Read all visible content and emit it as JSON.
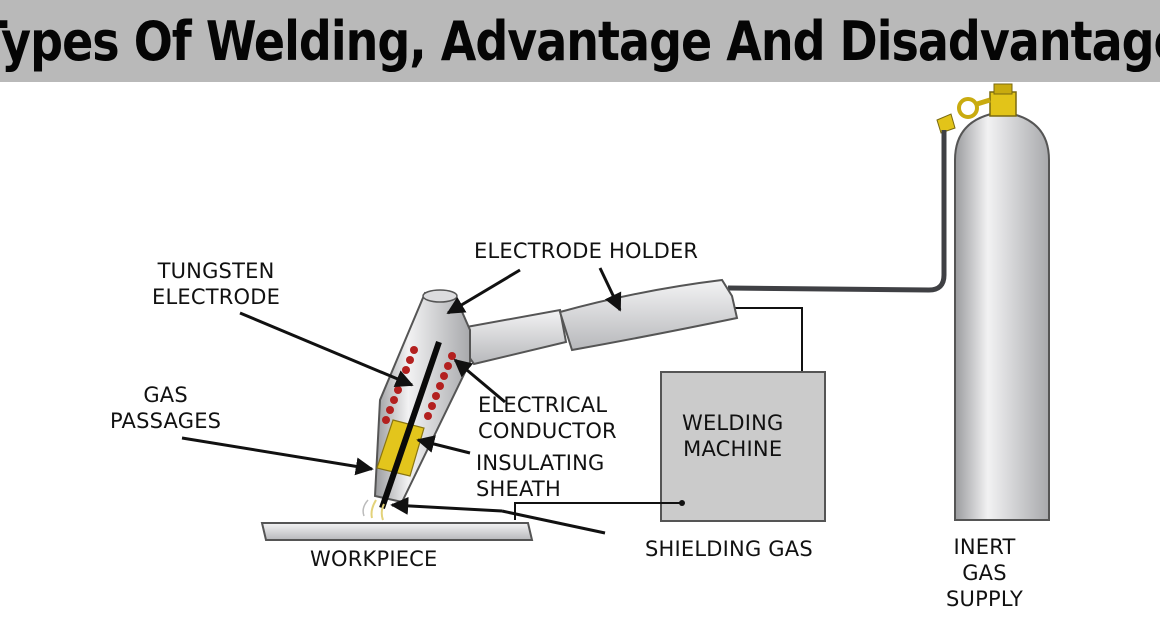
{
  "title": "Types Of Welding, Advantage And Disadvantage",
  "labels": {
    "electrode_holder": "ELECTRODE HOLDER",
    "tungsten_electrode": "TUNGSTEN\nELECTRODE",
    "gas_passages": "GAS\nPASSAGES",
    "electrical_conductor": "ELECTRICAL\nCONDUCTOR",
    "insulating_sheath": "INSULATING\nSHEATH",
    "welding_machine": "WELDING\nMACHINE",
    "workpiece": "WORKPIECE",
    "shielding_gas": "SHIELDING GAS",
    "inert_gas_supply": "INERT\nGAS\nSUPPLY"
  },
  "colors": {
    "banner": "#b9b9b9",
    "coil": "#b3201f",
    "sheath": "#e3c51c",
    "valve": "#e2c419",
    "machine": "#cbcbcb",
    "metal": "#cfd0d2"
  }
}
